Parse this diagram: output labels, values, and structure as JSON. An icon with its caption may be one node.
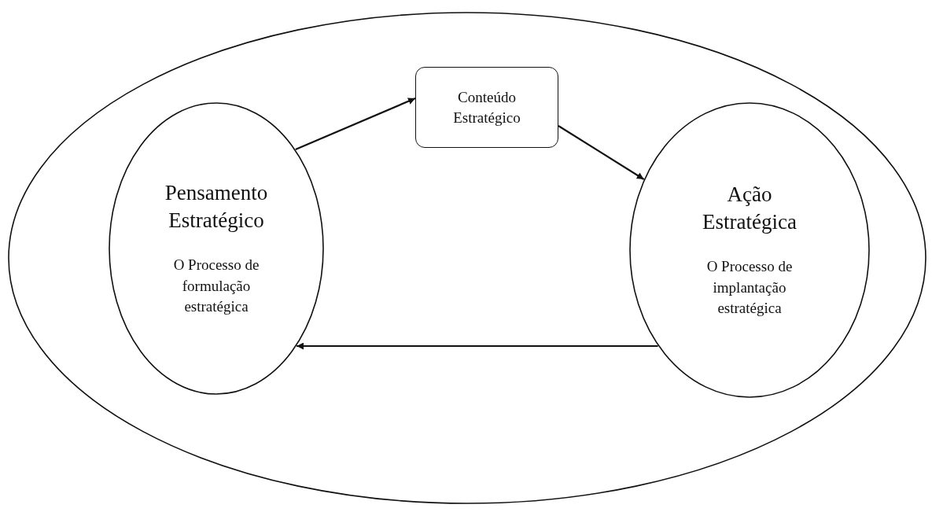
{
  "diagram": {
    "nodes": [
      {
        "text": [],
        "shape": "ellipse"
      },
      {
        "text": [
          "Pensamento Estratégico",
          "O Processo de formulação estratégica"
        ],
        "in": 0
      },
      {
        "text": [
          "Conteúdo Estratégico"
        ],
        "in": 0
      },
      {
        "text": [
          "Ação Estratégica",
          "O Processo de implantação estratégica"
        ],
        "in": 0
      }
    ],
    "edges": [
      {
        "from": 1,
        "to": 2,
        "arrow": "to"
      },
      {
        "from": 2,
        "to": 3,
        "arrow": "to"
      },
      {
        "from": 3,
        "to": 1,
        "arrow": "to"
      }
    ]
  }
}
